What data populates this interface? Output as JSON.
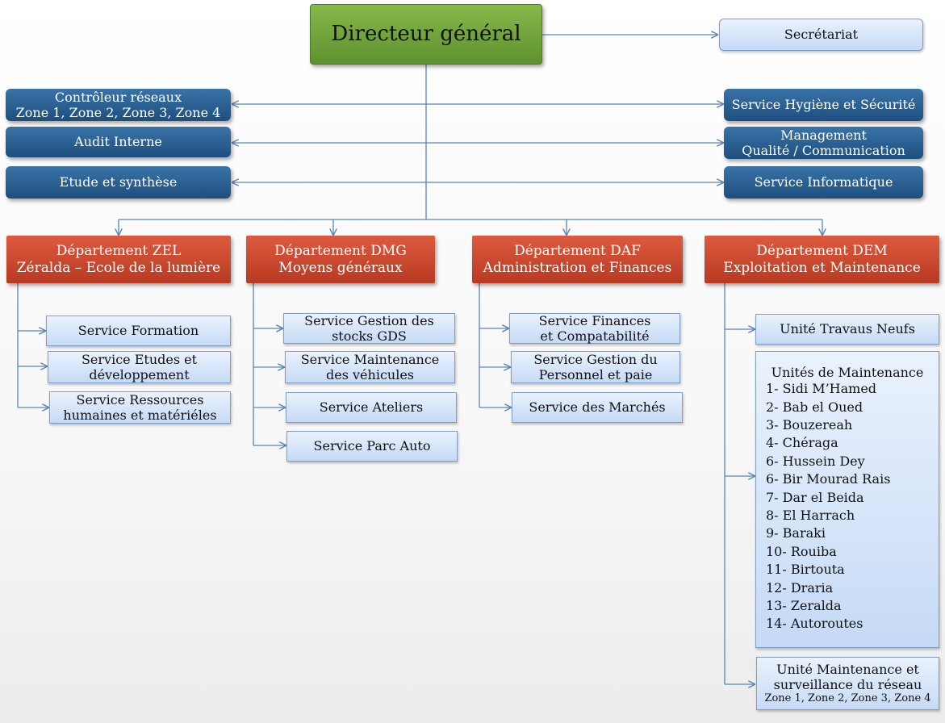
{
  "director": "Directeur général",
  "secretariat": "Secrétariat",
  "left_staff": [
    {
      "lines": [
        "Contrôleur réseaux",
        "Zone 1, Zone 2, Zone 3, Zone 4"
      ]
    },
    {
      "lines": [
        "Audit Interne"
      ]
    },
    {
      "lines": [
        "Etude et synthèse"
      ]
    }
  ],
  "right_staff": [
    {
      "lines": [
        "Service Hygiène et Sécurité"
      ]
    },
    {
      "lines": [
        "Management",
        "Qualité / Communication"
      ]
    },
    {
      "lines": [
        "Service Informatique"
      ]
    }
  ],
  "departments": [
    {
      "lines": [
        "Département ZEL",
        "Zéralda – Ecole de la lumière"
      ],
      "services": [
        {
          "lines": [
            "Service Formation"
          ]
        },
        {
          "lines": [
            "Service Etudes et",
            "développement"
          ]
        },
        {
          "lines": [
            "Service Ressources",
            "humaines et matériéles"
          ]
        }
      ]
    },
    {
      "lines": [
        "Département DMG",
        "Moyens généraux"
      ],
      "services": [
        {
          "lines": [
            "Service Gestion des",
            "stocks GDS"
          ]
        },
        {
          "lines": [
            "Service Maintenance",
            "des véhicules"
          ]
        },
        {
          "lines": [
            "Service Ateliers"
          ]
        },
        {
          "lines": [
            "Service Parc Auto"
          ]
        }
      ]
    },
    {
      "lines": [
        "Département DAF",
        "Administration et Finances"
      ],
      "services": [
        {
          "lines": [
            "Service Finances",
            "et Compatabilité"
          ]
        },
        {
          "lines": [
            "Service Gestion du",
            "Personnel et paie"
          ]
        },
        {
          "lines": [
            "Service des Marchés"
          ]
        }
      ]
    },
    {
      "lines": [
        "Département DEM",
        "Exploitation et Maintenance"
      ],
      "units": {
        "travaux": "Unité Travaus Neufs",
        "maintenance_title": "Unités de Maintenance",
        "maintenance_list": [
          "1- Sidi M’Hamed",
          "2- Bab el Oued",
          "3- Bouzereah",
          "4- Chéraga",
          "6- Hussein Dey",
          "6- Bir Mourad Rais",
          "7- Dar el Beida",
          "8- El Harrach",
          "9- Baraki",
          "10- Rouiba",
          "11- Birtouta",
          "12- Draria",
          "13- Zeralda",
          "14- Autoroutes"
        ],
        "surveillance_lines": [
          "Unité Maintenance et",
          "surveillance du réseau"
        ],
        "surveillance_zones": "Zone 1, Zone 2, Zone 3, Zone 4"
      }
    }
  ],
  "colors": {
    "director": "#6fa33a",
    "staff": "#2a5f92",
    "department": "#cc4a2e",
    "service": "#d4e3f8",
    "connector": "#5b86b8"
  }
}
